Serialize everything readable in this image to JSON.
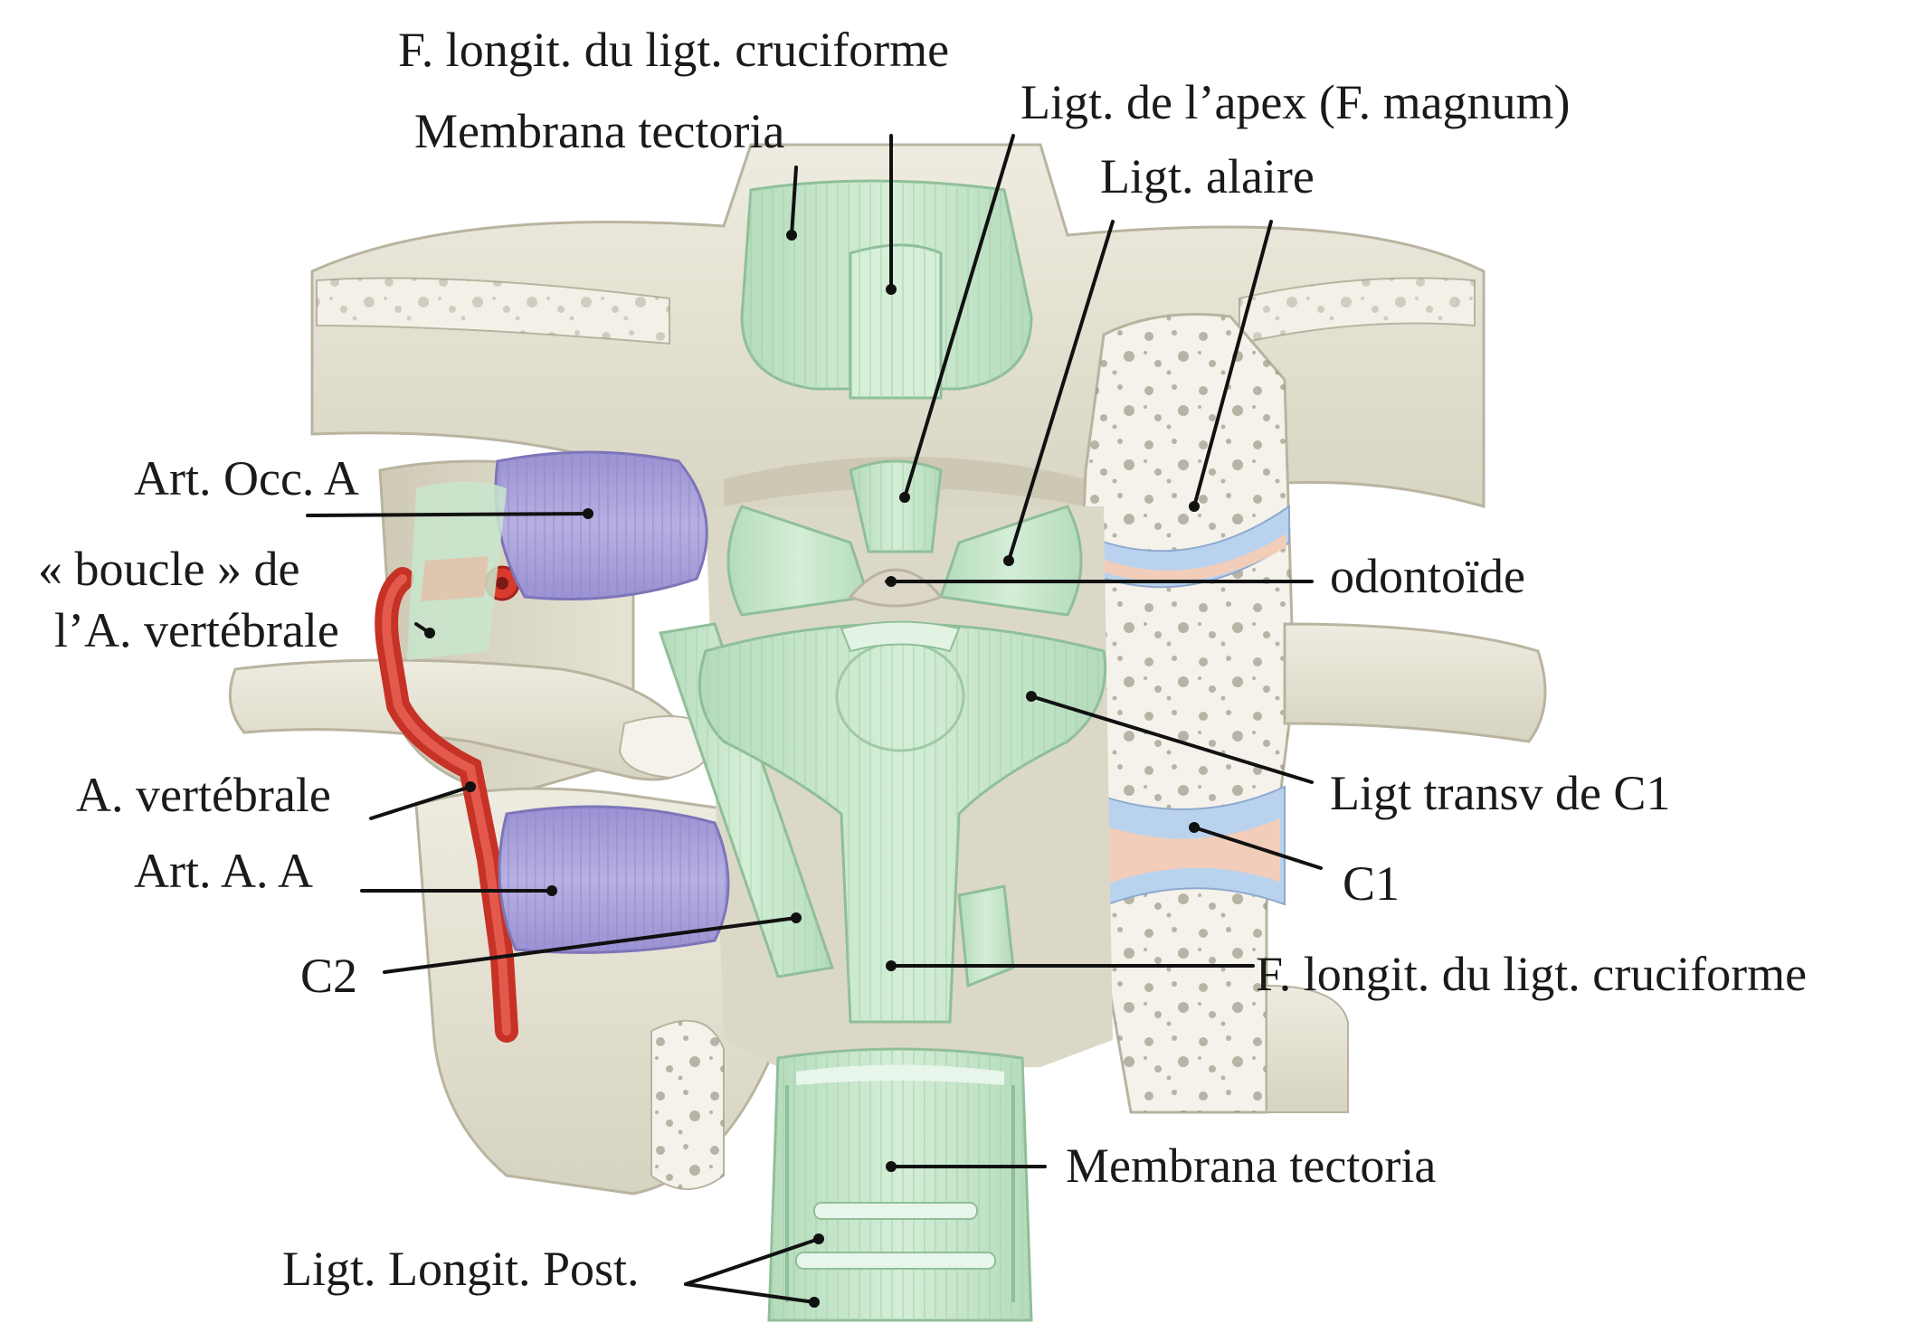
{
  "labels": {
    "f_longit_top": "F. longit. du ligt. cruciforme",
    "membrana_top": "Membrana tectoria",
    "ligt_apex": "Ligt. de l’apex (F. magnum)",
    "ligt_alaire": "Ligt. alaire",
    "art_occ": "Art. Occ.  A",
    "boucle_1": "« boucle » de",
    "boucle_2": "l’A. vertébrale",
    "odontoide": "odontoïde",
    "ligt_transv": "Ligt transv de C1",
    "a_vertebrale": "A. vertébrale",
    "art_aa": "Art. A.  A",
    "c1": "C1",
    "c2": "C2",
    "f_longit_bottom": "F. longit. du ligt. cruciforme",
    "membrana_bottom": "Membrana tectoria",
    "ligt_longit_post": "Ligt. Longit. Post."
  },
  "colors": {
    "bone": "#e4e1d2",
    "ligament": "#c8e6cc",
    "joint_capsule": "#a9a1d9",
    "artery": "#d93a2e",
    "cartilage_blue": "#b9d3ef",
    "cartilage_pink": "#f2cdb9"
  }
}
